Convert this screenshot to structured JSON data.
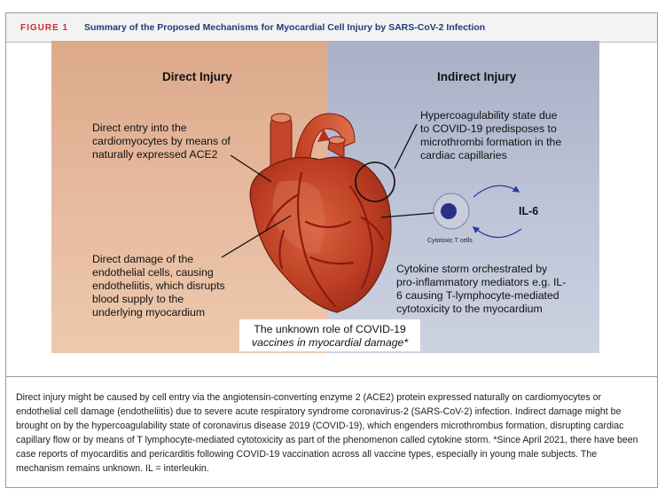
{
  "figure": {
    "label": "FIGURE 1",
    "title": "Summary of the Proposed Mechanisms for Myocardial Cell Injury by SARS-CoV-2 Infection"
  },
  "panels": {
    "direct": {
      "heading": "Direct Injury",
      "entry_text_1": "Direct entry into the",
      "entry_text_2": "cardiomyocytes by means of",
      "entry_text_3": "naturally expressed ACE2",
      "damage_text_1": "Direct damage of the",
      "damage_text_2": "endothelial cells, causing",
      "damage_text_3": "endotheliitis, which disrupts",
      "damage_text_4": "blood supply to the",
      "damage_text_5": "underlying myocardium"
    },
    "indirect": {
      "heading": "Indirect Injury",
      "hyper_text_1": "Hypercoagulability state due",
      "hyper_text_2": "to COVID-19 predisposes to",
      "hyper_text_3": "microthrombi formation in the",
      "hyper_text_4": "cardiac capillaries",
      "storm_text_1": "Cytokine storm orchestrated by",
      "storm_text_2": "pro-inflammatory mediators e.g. IL-",
      "storm_text_3": "6 causing T-lymphocyte-mediated",
      "storm_text_4": "cytotoxicity to the myocardium",
      "il6": "IL-6",
      "tcell_label": "Cytotoxic T cells"
    }
  },
  "unknown": {
    "line1": "The unknown role of COVID-19",
    "line2": "vaccines in myocardial damage*"
  },
  "caption": "Direct injury might be caused by cell entry via the angiotensin-converting enzyme 2 (ACE2) protein expressed naturally on cardiomyocytes or endothelial cell damage (endotheliitis) due to severe acute respiratory syndrome coronavirus-2 (SARS-CoV-2) infection. Indirect damage might be brought on by the hypercoagulability state of coronavirus disease 2019 (COVID-19), which engenders microthrombus formation, disrupting cardiac capillary flow or by means of T lymphocyte-mediated cytotoxicity as part of the phenomenon called cytokine storm. *Since April 2021, there have been case reports of myocarditis and pericarditis following COVID-19 vaccination across all vaccine types, especially in young male subjects. The mechanism remains unknown. IL = interleukin.",
  "colors": {
    "figure_label": "#d1282f",
    "title": "#1a3f77",
    "heart": "#b5371f",
    "vessel": "#8e1a10",
    "tcell_nucleus": "#2a2f86",
    "arrow": "#2a3fa0"
  }
}
